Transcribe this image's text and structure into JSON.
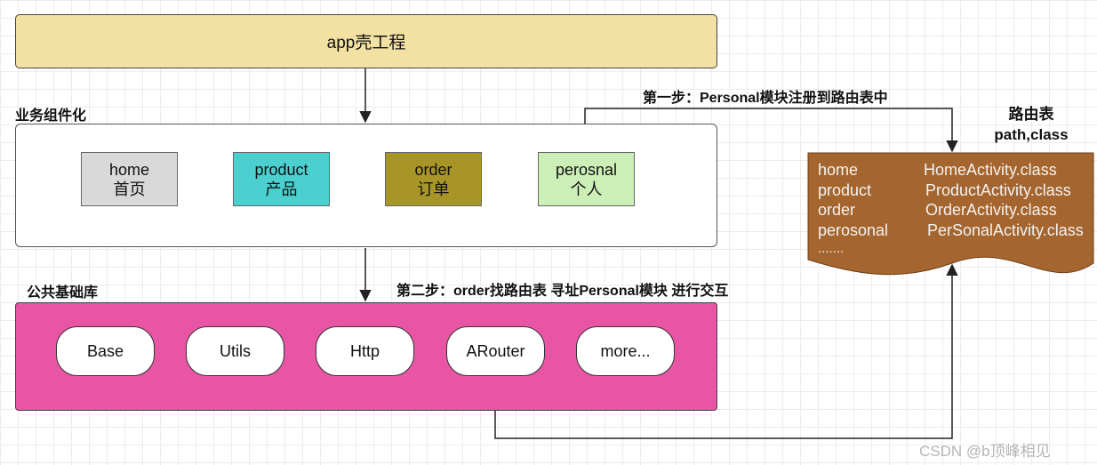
{
  "shell": {
    "label": "app壳工程"
  },
  "business": {
    "label": "业务组件化",
    "modules": [
      {
        "id": "home",
        "en": "home",
        "zh": "首页",
        "color": "#d9d9d9"
      },
      {
        "id": "product",
        "en": "product",
        "zh": "产品",
        "color": "#4ccfcf"
      },
      {
        "id": "order",
        "en": "order",
        "zh": "订单",
        "color": "#a89528"
      },
      {
        "id": "personal",
        "en": "perosnal",
        "zh": "个人",
        "color": "#ccefb8"
      }
    ]
  },
  "library": {
    "label": "公共基础库",
    "color": "#e855a4",
    "items": [
      "Base",
      "Utils",
      "Http",
      "ARouter",
      "more..."
    ]
  },
  "steps": {
    "step1": "第一步：Personal模块注册到路由表中",
    "step2": "第二步：order找路由表 寻址Personal模块 进行交互"
  },
  "route_table": {
    "title": "路由表",
    "subtitle": "path,class",
    "color": "#a5652e",
    "rows": [
      {
        "path": "home",
        "cls": "HomeActivity.class"
      },
      {
        "path": "product",
        "cls": "ProductActivity.class"
      },
      {
        "path": "order",
        "cls": "OrderActivity.class"
      },
      {
        "path": "perosonal",
        "cls": "PerSonalActivity.class"
      }
    ],
    "ellipsis": "......."
  },
  "watermark": "CSDN @b顶峰相见"
}
